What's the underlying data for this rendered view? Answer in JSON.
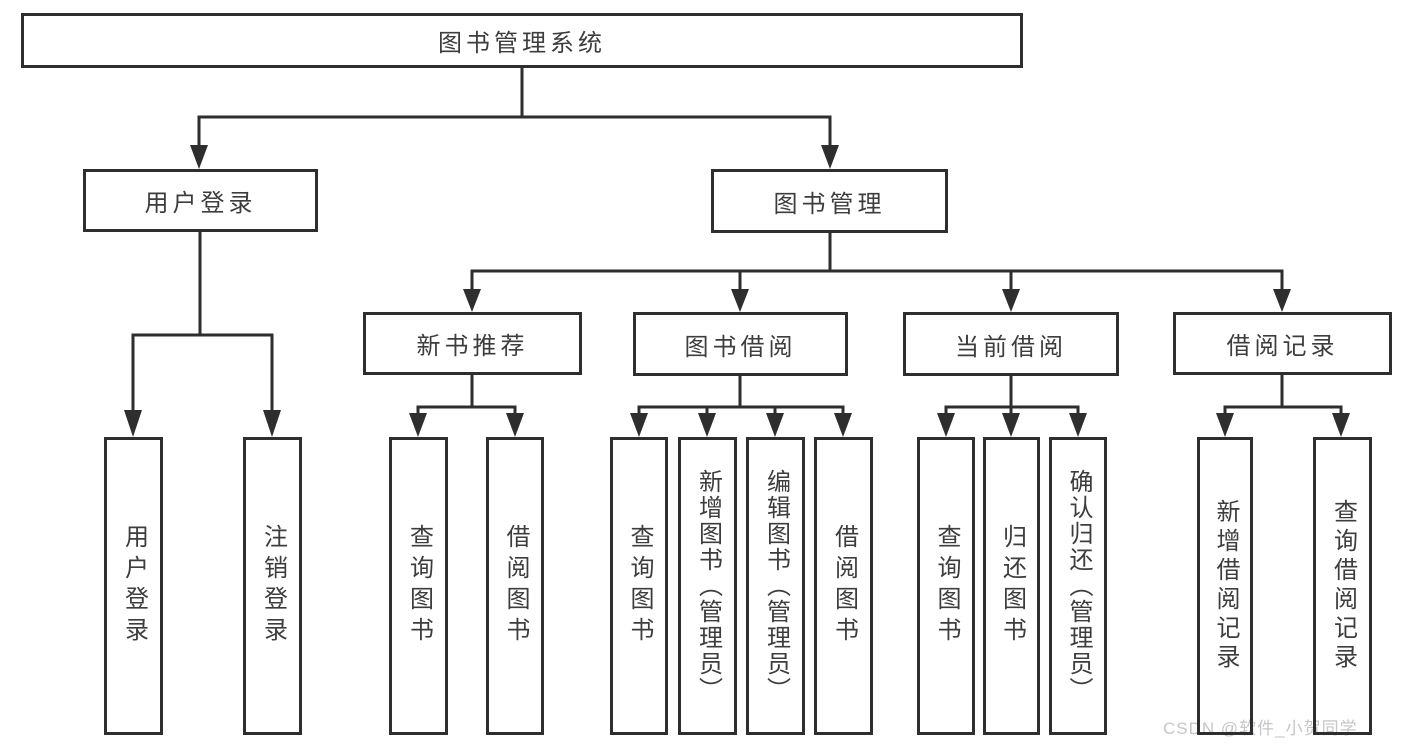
{
  "diagram": {
    "root": {
      "label": "图书管理系统"
    },
    "level2": [
      {
        "label": "用户登录"
      },
      {
        "label": "图书管理"
      }
    ],
    "level3": [
      {
        "label": "新书推荐"
      },
      {
        "label": "图书借阅"
      },
      {
        "label": "当前借阅"
      },
      {
        "label": "借阅记录"
      }
    ],
    "leaves": {
      "user": [
        "用户登录",
        "注销登录"
      ],
      "recommend": [
        "查询图书",
        "借阅图书"
      ],
      "borrow": [
        "查询图书",
        "新增图书（管理员）",
        "编辑图书（管理员）",
        "借阅图书"
      ],
      "current": [
        "查询图书",
        "归还图书",
        "确认归还（管理员）"
      ],
      "records": [
        "新增借阅记录",
        "查询借阅记录"
      ]
    }
  },
  "watermark": {
    "text": "CSDN @软件_小贺同学"
  },
  "colors": {
    "line": "#2e2e2e",
    "box_border": "#2e2e2e",
    "text": "#3d3d3d",
    "watermark": "#c6c6ca",
    "background": "#ffffff"
  }
}
